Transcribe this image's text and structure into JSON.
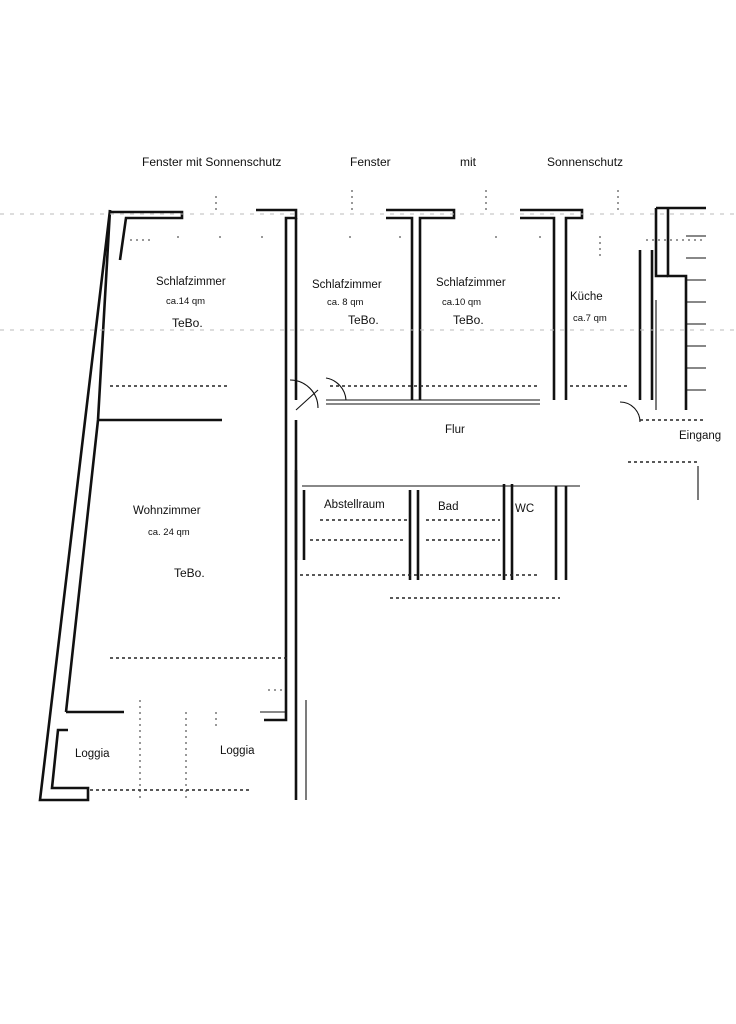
{
  "header": {
    "window_left": "Fenster mit Sonnenschutz",
    "window_mid_1": "Fenster",
    "window_mid_2": "mit",
    "window_mid_3": "Sonnenschutz"
  },
  "rooms": {
    "bedroom1": {
      "name": "Schlafzimmer",
      "area": "ca.14 qm",
      "floor": "TeBo."
    },
    "bedroom2": {
      "name": "Schlafzimmer",
      "area": "ca. 8 qm",
      "floor": "TeBo."
    },
    "bedroom3": {
      "name": "Schlafzimmer",
      "area": "ca.10 qm",
      "floor": "TeBo."
    },
    "kitchen": {
      "name": "Küche",
      "area": "ca.7 qm"
    },
    "hallway": {
      "name": "Flur"
    },
    "entrance": {
      "name": "Eingang"
    },
    "living": {
      "name": "Wohnzimmer",
      "area": "ca. 24 qm",
      "floor": "TeBo."
    },
    "storage": {
      "name": "Abstellraum"
    },
    "bath": {
      "name": "Bad"
    },
    "wc": {
      "name": "WC"
    },
    "loggia1": {
      "name": "Loggia"
    },
    "loggia2": {
      "name": "Loggia"
    }
  },
  "colors": {
    "line": "#111111",
    "background": "#ffffff"
  }
}
